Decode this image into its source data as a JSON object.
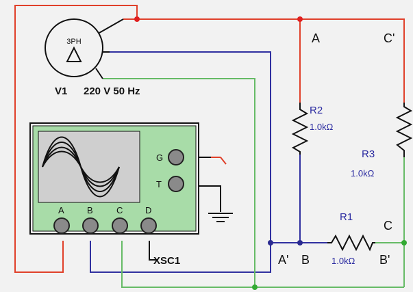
{
  "source": {
    "name": "V1",
    "rating": "220 V 50 Hz",
    "symbol_text": "3PH"
  },
  "nodes": {
    "a": "A",
    "c_prime": "C'",
    "a_prime": "A'",
    "b": "B",
    "c": "C",
    "b_prime": "B'"
  },
  "resistors": {
    "r1": {
      "name": "R1",
      "value": "1.0kΩ"
    },
    "r2": {
      "name": "R2",
      "value": "1.0kΩ"
    },
    "r3": {
      "name": "R3",
      "value": "1.0kΩ"
    }
  },
  "oscilloscope": {
    "name": "XSC1",
    "ground_terminal": "G",
    "trigger_terminal": "T",
    "channels": [
      "A",
      "B",
      "C",
      "D"
    ]
  },
  "colors": {
    "background": "#f2f2f2",
    "wire_red": "#e0402a",
    "wire_blue": "#3030a0",
    "wire_green": "#66bb66",
    "wire_black": "#111111",
    "scope_panel": "#a8dca8",
    "scope_screen": "#cfcfcf",
    "junction_red": "#e02020",
    "junction_blue": "#2a2a90",
    "junction_green": "#33aa33"
  }
}
